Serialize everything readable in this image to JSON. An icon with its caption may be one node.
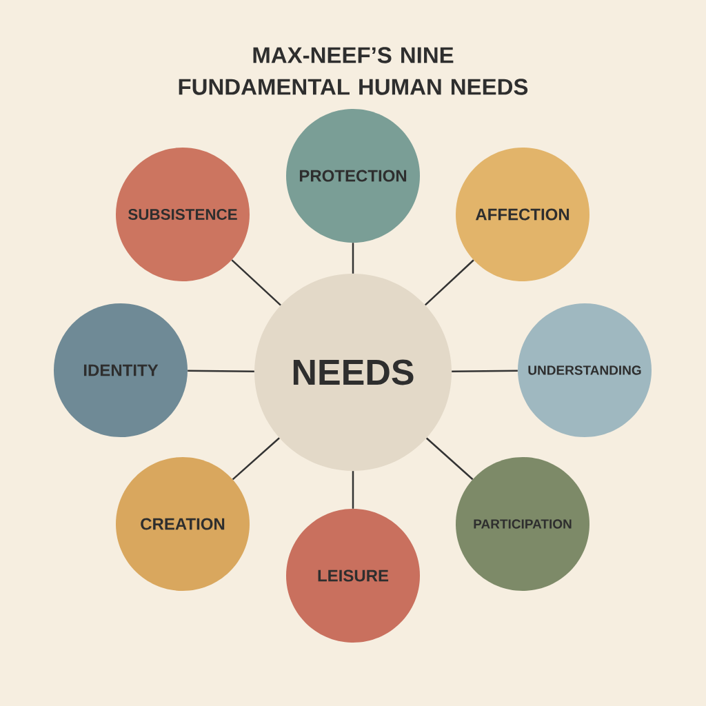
{
  "diagram": {
    "title": "MAX-NEEF’S NINE FUNDAMENTAL HUMAN NEEDS",
    "nodes": [
      {
        "text": [
          "NEEDS"
        ]
      },
      {
        "text": [
          "PROTECTION"
        ]
      },
      {
        "text": [
          "SUBSISTENCE"
        ]
      },
      {
        "text": [
          "AFFECTION"
        ]
      },
      {
        "text": [
          "IDENTITY"
        ]
      },
      {
        "text": [
          "UNDERSTANDING"
        ]
      },
      {
        "text": [
          "CREATION"
        ]
      },
      {
        "text": [
          "PARTICIPATION"
        ]
      },
      {
        "text": [
          "LEISURE"
        ]
      }
    ],
    "edges": [
      {
        "from": 0,
        "to": 1,
        "arrow": "none"
      },
      {
        "from": 0,
        "to": 2,
        "arrow": "none"
      },
      {
        "from": 0,
        "to": 3,
        "arrow": "none"
      },
      {
        "from": 0,
        "to": 4,
        "arrow": "none"
      },
      {
        "from": 0,
        "to": 5,
        "arrow": "none"
      },
      {
        "from": 0,
        "to": 6,
        "arrow": "none"
      },
      {
        "from": 0,
        "to": 7,
        "arrow": "none"
      },
      {
        "from": 0,
        "to": 8,
        "arrow": "none"
      }
    ]
  }
}
